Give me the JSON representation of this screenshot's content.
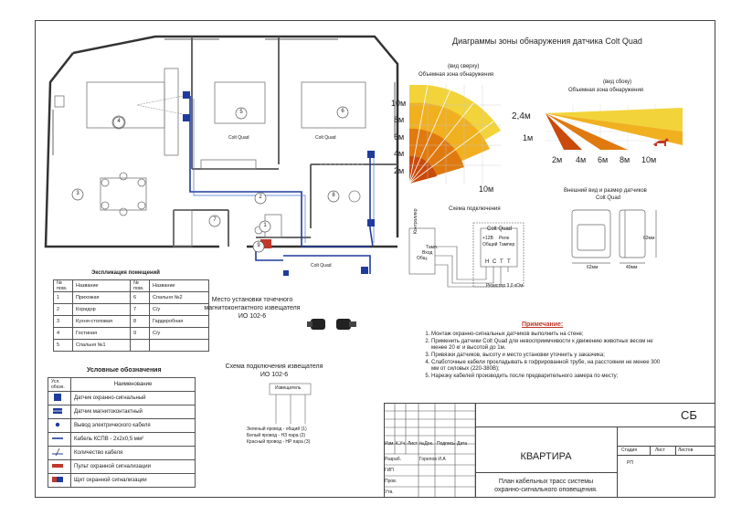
{
  "diagrams": {
    "title": "Диаграммы зоны обнаружения датчика Colt Quad",
    "top_view": {
      "label1": "(вид сверху)",
      "label2": "Объемная зона обнаружения",
      "y_ticks": [
        "10м",
        "8м",
        "6м",
        "4м",
        "2м"
      ],
      "x_label": "10м"
    },
    "side_view": {
      "label1": "(вид сбоку)",
      "label2": "Объемная зона обнаружения",
      "height_labels": [
        "2,4м",
        "1м"
      ],
      "x_ticks": [
        "2м",
        "4м",
        "6м",
        "8м",
        "10м"
      ]
    },
    "appearance": {
      "label1": "Внешний вид и размер датчиков",
      "label2": "Colt Quad",
      "dims": [
        "62мм",
        "62мм",
        "40мм"
      ]
    },
    "wiring": {
      "title": "Схема подключения",
      "controller": "Контроллер",
      "device": "Colt Quad",
      "controller_terms": [
        "Общ.",
        "Вход",
        "Тамп."
      ],
      "device_terms": [
        "+12В",
        "Общий",
        "Реле",
        "Тампер"
      ],
      "relay_terms": [
        "Н",
        "С",
        "Т",
        "Т"
      ],
      "footnote": "Резистор 3,0 кОм"
    }
  },
  "plan": {
    "rooms": [
      {
        "num": "1",
        "label": "1"
      },
      {
        "num": "2",
        "label": "2"
      },
      {
        "num": "3",
        "label": "3"
      },
      {
        "num": "4",
        "label": "4"
      },
      {
        "num": "5",
        "label": "5"
      },
      {
        "num": "6",
        "label": "6"
      },
      {
        "num": "7",
        "label": "7"
      },
      {
        "num": "8",
        "label": "8"
      },
      {
        "num": "9",
        "label": "9"
      }
    ],
    "sensor_note": "Colt Quad"
  },
  "rooms_table": {
    "title": "Экспликация помещений",
    "headers": [
      "№ пом.",
      "Название",
      "№ пом.",
      "Название"
    ],
    "rows": [
      [
        "1",
        "Прихожая",
        "6",
        "Спальня №2"
      ],
      [
        "2",
        "Коридор",
        "7",
        "С/у"
      ],
      [
        "3",
        "Кухня-столовая",
        "8",
        "Гардеробная"
      ],
      [
        "4",
        "Гостиная",
        "9",
        "С/у"
      ],
      [
        "5",
        "Спальня №1",
        "",
        ""
      ]
    ]
  },
  "legend": {
    "title": "Условные обозначения",
    "headers": [
      "Усл. обозн.",
      "Наименование"
    ],
    "items": [
      {
        "label": "Датчик охранно-сигнальный",
        "symbol": "detector"
      },
      {
        "label": "Датчик магнитоконтактный",
        "symbol": "magnet"
      },
      {
        "label": "Вывод электрического кабеля",
        "symbol": "dot"
      },
      {
        "label": "Кабель КСПВ - 2х2х0,5 мм²",
        "symbol": "cable"
      },
      {
        "label": "Количество кабеля",
        "symbol": "count"
      },
      {
        "label": "Пульт охранной сигнализации",
        "symbol": "panel"
      },
      {
        "label": "Щит охранной сигнализации",
        "symbol": "shield"
      }
    ]
  },
  "magnet_install": {
    "title1": "Место установки точечного",
    "title2": "магнитоконтактного извещателя",
    "title3": "ИО 102-6"
  },
  "magnet_wiring": {
    "title1": "Схема подключения извещателя",
    "title2": "ИО 102-6",
    "box_label": "Извещатель",
    "lines": [
      "Зеленый провод - общий (1)",
      "Белый провод - НЗ пара (2)",
      "Красный провод - НР пара (3)"
    ]
  },
  "notes": {
    "title": "Примечание:",
    "items": [
      "Монтаж охранно-сигнальных датчиков выполнить на стене;",
      "Применить датчики Colt Quad для невосприимчивости к движению животных весом не менее 20 кг и высотой до 1м.",
      "Привязки датчиков, высоту и место установки уточнить у заказчика;",
      "Слаботочные кабели прокладывать в гофрированной трубе, на расстоянии не менее 300 мм от силовых (220-380В);",
      "Нарезку кабелей производить после предварительного замера по месту;"
    ]
  },
  "stamp": {
    "code": "СБ",
    "headers": [
      "Изм.",
      "К.Уч.",
      "Лист",
      "№Док.",
      "Подпись",
      "Дата"
    ],
    "project": "КВАРТИРА",
    "stage_headers": [
      "Стадия",
      "Лист",
      "Листов"
    ],
    "stage": "РП",
    "roles": [
      {
        "role": "Разраб.",
        "name": "Горелов И.А"
      },
      {
        "role": "ГИП",
        "name": ""
      },
      {
        "role": "Пров.",
        "name": ""
      },
      {
        "role": "Утв.",
        "name": ""
      }
    ],
    "drawing_title1": "План кабельных трасс системы",
    "drawing_title2": "охранно-сигнального оповещения."
  }
}
